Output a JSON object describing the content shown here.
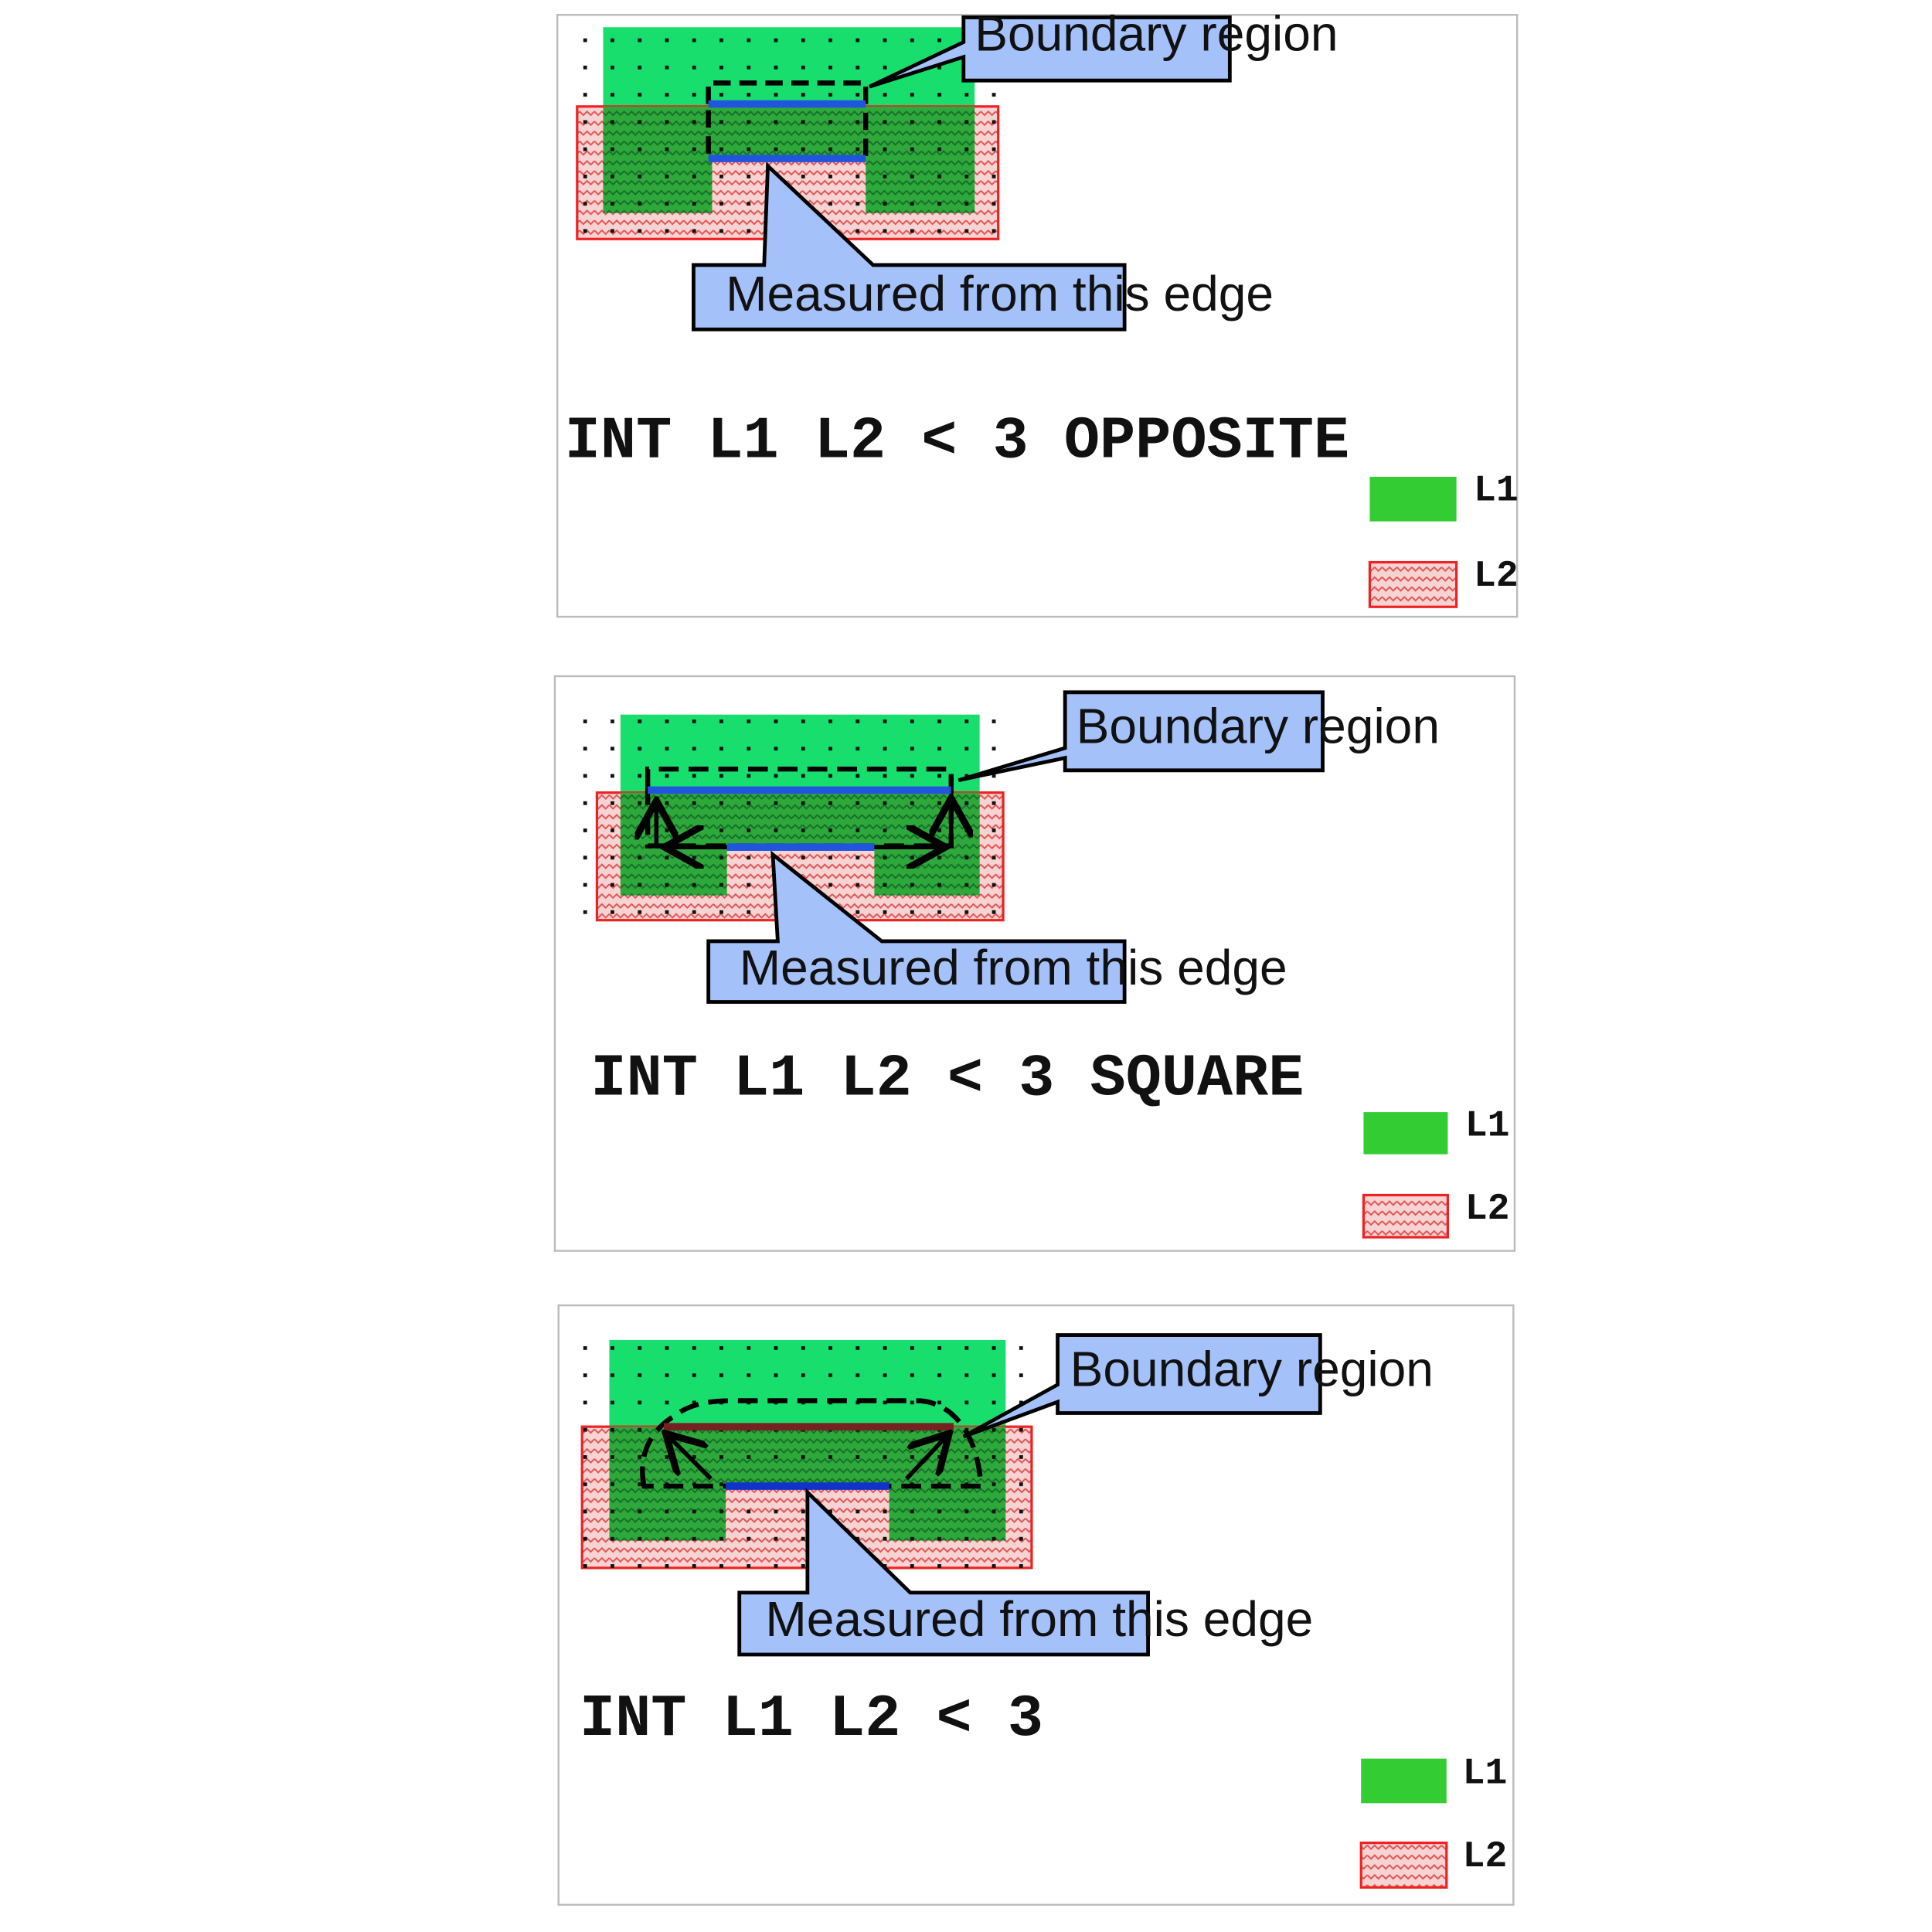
{
  "colors": {
    "l1": "#17de6d",
    "l1_legend": "#33cc33",
    "l2_fill": "#f7d3d3",
    "l2_hatch": "#e05555",
    "l2_border": "#ee2222",
    "overlap": "#2ea83a",
    "callout": "#a5c1fa",
    "edge_blue": "#2255dd",
    "edge_red": "#772222"
  },
  "panels": [
    {
      "boundary_label": "Boundary region",
      "measured_label": "Measured from this edge",
      "command": "INT L1 L2 < 3 OPPOSITE",
      "legend": [
        {
          "label": "L1"
        },
        {
          "label": "L2"
        }
      ]
    },
    {
      "boundary_label": "Boundary region",
      "measured_label": "Measured from this edge",
      "command": "INT L1 L2 < 3 SQUARE",
      "legend": [
        {
          "label": "L1"
        },
        {
          "label": "L2"
        }
      ]
    },
    {
      "boundary_label": "Boundary region",
      "measured_label": "Measured from this edge",
      "command": "INT L1 L2 < 3",
      "legend": [
        {
          "label": "L1"
        },
        {
          "label": "L2"
        }
      ]
    }
  ]
}
